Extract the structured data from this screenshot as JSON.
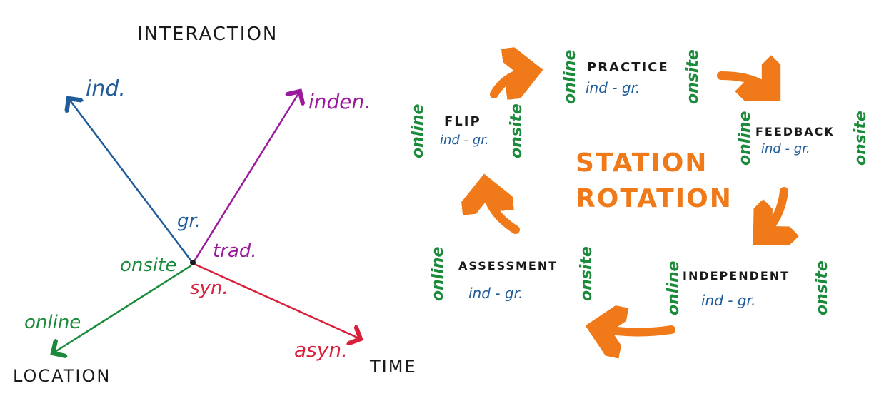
{
  "colors": {
    "ink": "#1a1a1a",
    "blue": "#1f5c99",
    "purple": "#9b1a9b",
    "green": "#1b8a3a",
    "red": "#d9203a",
    "orange": "#f07a1a"
  },
  "axes_diagram": {
    "interaction_label": "INTERACTION",
    "location_label": "LOCATION",
    "time_label": "TIME",
    "ind": "ind.",
    "inden": "inden.",
    "gr": "gr.",
    "trad": "trad.",
    "onsite": "onsite",
    "online": "online",
    "syn": "syn.",
    "asyn": "asyn."
  },
  "cycle": {
    "title_line1": "STATION",
    "title_line2": "ROTATION",
    "side_left": "online",
    "side_right": "onsite",
    "stations": [
      {
        "name": "FLIP",
        "mode": "ind - gr."
      },
      {
        "name": "PRACTICE",
        "mode": "ind - gr."
      },
      {
        "name": "FEEDBACK",
        "mode": "ind - gr."
      },
      {
        "name": "INDEPENDENT",
        "mode": "ind - gr."
      },
      {
        "name": "ASSESSMENT",
        "mode": "ind - gr."
      }
    ]
  }
}
